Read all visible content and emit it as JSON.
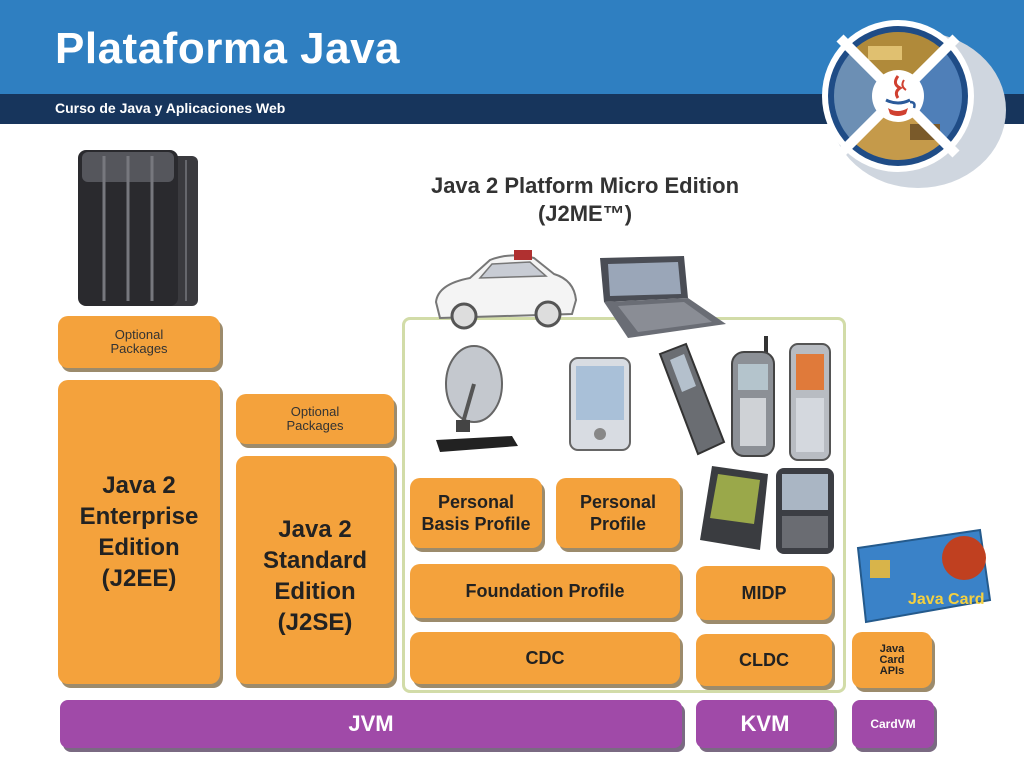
{
  "header": {
    "title": "Plataforma Java",
    "subtitle": "Curso de Java y Aplicaciones Web"
  },
  "diagram": {
    "micro_title_line1": "Java 2 Platform Micro Edition",
    "micro_title_line2": "(J2ME™)",
    "j2ee": {
      "optional": "Optional Packages",
      "edition_lines": [
        "Java 2",
        "Enterprise",
        "Edition",
        "(J2EE)"
      ]
    },
    "j2se": {
      "optional": "Optional Packages",
      "edition_lines": [
        "Java 2",
        "Standard",
        "Edition",
        "(J2SE)"
      ]
    },
    "personal_basis_profile": [
      "Personal",
      "Basis Profile"
    ],
    "personal_profile": [
      "Personal",
      "Profile"
    ],
    "foundation_profile": "Foundation Profile",
    "cdc": "CDC",
    "midp": "MIDP",
    "cldc": "CLDC",
    "java_card_apis": [
      "Java",
      "Card",
      "APIs"
    ],
    "jvm": "JVM",
    "kvm": "KVM",
    "cardvm": "CardVM",
    "card_label": "Java Card"
  }
}
